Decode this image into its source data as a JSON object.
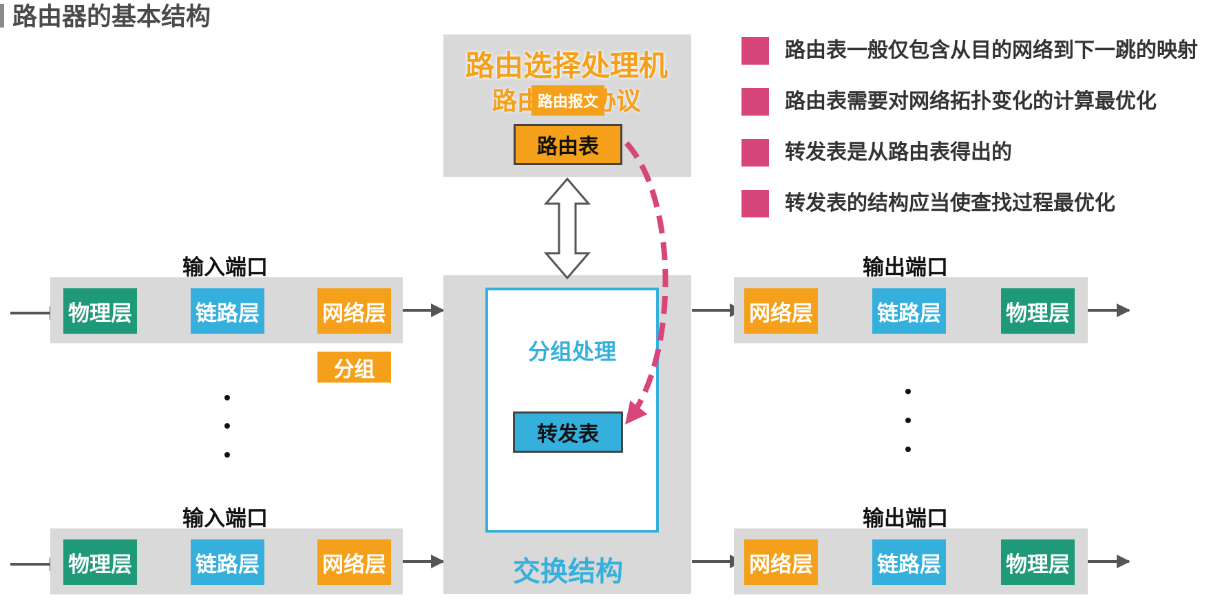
{
  "page_title": "路由器的基本结构",
  "routing_processor": {
    "title": "路由选择处理机",
    "protocol": "路由选择协议",
    "message": "路由报文",
    "table": "路由表"
  },
  "switch_fabric": {
    "label": "交换结构",
    "processing": "分组处理",
    "forwarding_table": "转发表"
  },
  "input_ports": {
    "label": "输入端口",
    "layers": [
      "物理层",
      "链路层",
      "网络层"
    ],
    "packet": "分组"
  },
  "output_ports": {
    "label": "输出端口",
    "layers": [
      "网络层",
      "链路层",
      "物理层"
    ]
  },
  "legend": [
    "路由表一般仅包含从目的网络到下一跳的映射",
    "路由表需要对网络拓扑变化的计算最优化",
    "转发表是从路由表得出的",
    "转发表的结构应当使查找过程最优化"
  ],
  "colors": {
    "physical_layer": "#1f9a78",
    "link_layer": "#35b0dc",
    "network_layer": "#f5a01a",
    "legend_marker": "#d7457a",
    "panel": "#d9d9d9"
  }
}
